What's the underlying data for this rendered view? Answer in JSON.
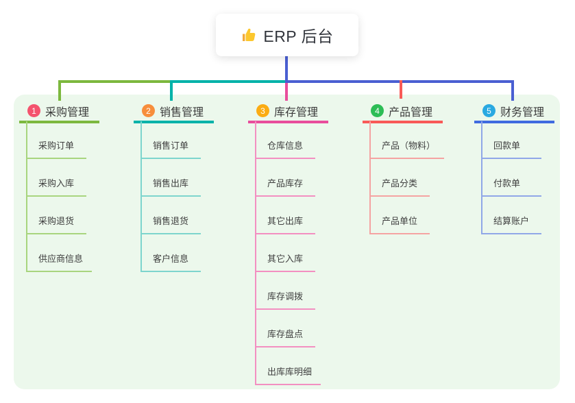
{
  "root": {
    "label": "ERP 后台",
    "icon": "thumbs-up-icon"
  },
  "colors": {
    "page_bg": "#ffffff",
    "panel_bg": "#ecf8ec",
    "root_connector": "#4a5fd2"
  },
  "branches": [
    {
      "num": "1",
      "label": "采购管理",
      "badge_color": "#f4536e",
      "line_color": "#7cb83e",
      "child_line_color": "#a8d57e",
      "children": [
        "采购订单",
        "采购入库",
        "采购退货",
        "供应商信息"
      ]
    },
    {
      "num": "2",
      "label": "销售管理",
      "badge_color": "#f78e3c",
      "line_color": "#00b2a9",
      "child_line_color": "#7dd5cd",
      "children": [
        "销售订单",
        "销售出库",
        "销售退货",
        "客户信息"
      ]
    },
    {
      "num": "3",
      "label": "库存管理",
      "badge_color": "#fbac13",
      "line_color": "#e84d9c",
      "child_line_color": "#f38fc1",
      "children": [
        "仓库信息",
        "产品库存",
        "其它出库",
        "其它入库",
        "库存调拨",
        "库存盘点",
        "出库库明细"
      ]
    },
    {
      "num": "4",
      "label": "产品管理",
      "badge_color": "#2dbd56",
      "line_color": "#f85a57",
      "child_line_color": "#f5a3a2",
      "children": [
        "产品（物料）",
        "产品分类",
        "产品单位"
      ]
    },
    {
      "num": "5",
      "label": "财务管理",
      "badge_color": "#29a9e1",
      "line_color": "#3f6be0",
      "child_line_color": "#90a7e8",
      "children": [
        "回款单",
        "付款单",
        "结算账户"
      ]
    }
  ]
}
